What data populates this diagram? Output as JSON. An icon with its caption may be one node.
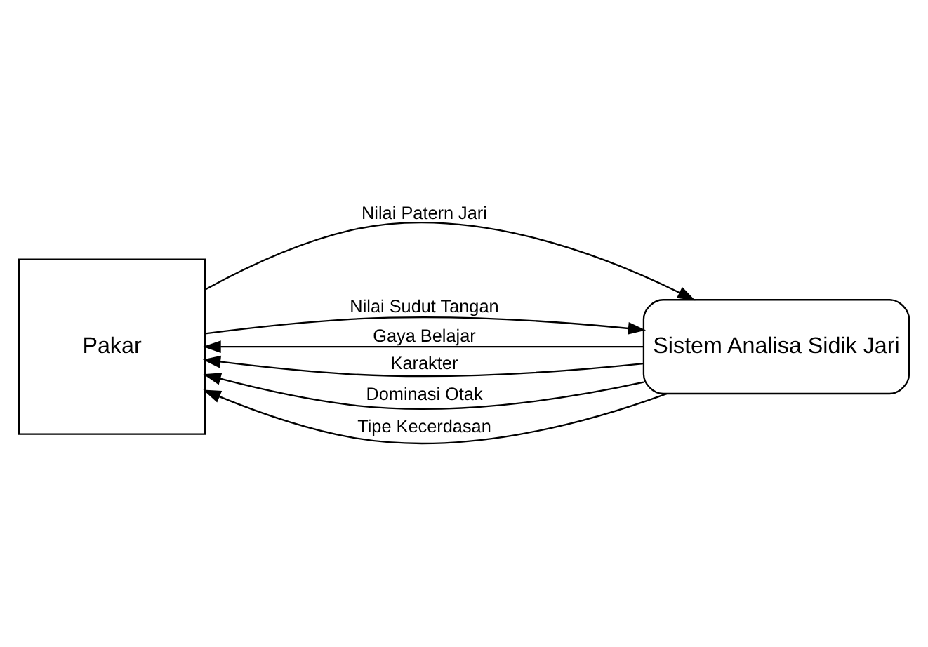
{
  "diagram": {
    "nodes": [
      {
        "text": [
          "Pakar"
        ]
      },
      {
        "text": [
          "Sistem Analisa Sidik Jari"
        ]
      }
    ],
    "edges": [
      {
        "from": 1,
        "to": 0,
        "arrow": "to",
        "label": "Gaya Belajar"
      },
      {
        "from": 1,
        "to": 0,
        "arrow": "to",
        "label": "Karakter"
      },
      {
        "from": 1,
        "to": 0,
        "arrow": "to",
        "label": "Dominasi Otak"
      },
      {
        "from": 1,
        "to": 0,
        "arrow": "to",
        "label": "Tipe Kecerdasan"
      },
      {
        "from": 0,
        "to": 1,
        "arrow": "to",
        "label": "Nilai Patern Jari"
      },
      {
        "from": 0,
        "to": 1,
        "arrow": "to",
        "label": "Nilai Sudut Tangan"
      }
    ]
  }
}
